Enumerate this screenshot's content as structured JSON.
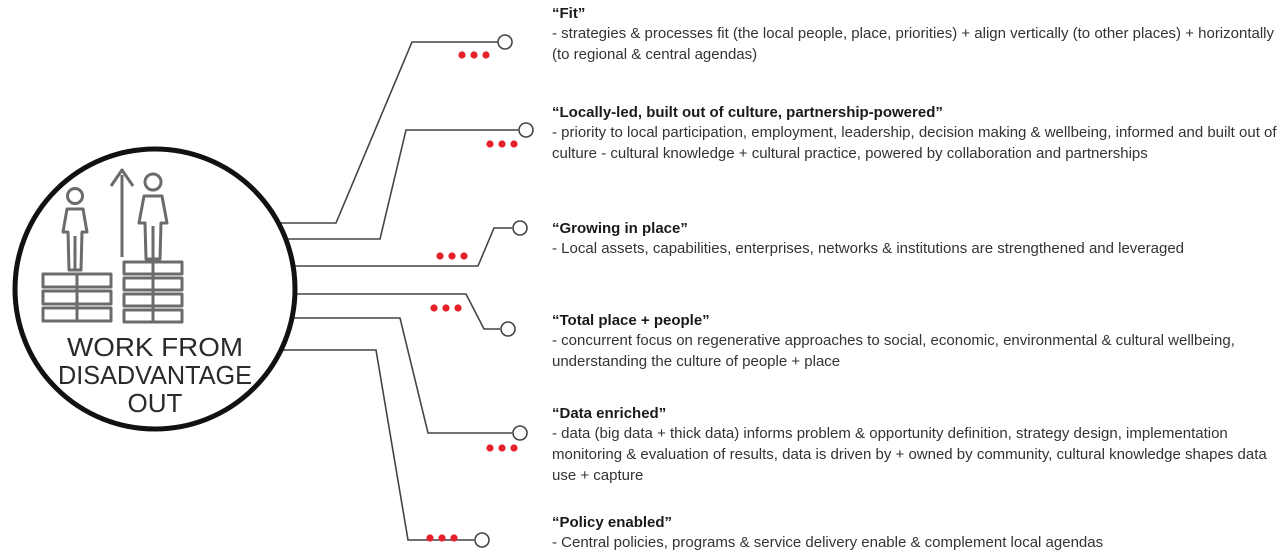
{
  "center": {
    "lines": [
      "WORK FROM",
      "DISADVANTAGE",
      "OUT"
    ]
  },
  "items": [
    {
      "title": "“Fit”",
      "desc": "- strategies & processes fit (the local people, place, priorities) + align vertically (to other places) + horizontally (to regional & central agendas)"
    },
    {
      "title": "“Locally-led, built out of culture, partnership-powered”",
      "desc": "- priority to local participation, employment, leadership, decision making & wellbeing, informed and built out of culture - cultural knowledge + cultural practice, powered by collaboration and partnerships"
    },
    {
      "title": "“Growing in place”",
      "desc": "- Local assets, capabilities, enterprises, networks & institutions are strengthened and leveraged"
    },
    {
      "title": "“Total place + people”",
      "desc": "- concurrent focus on regenerative approaches to social, economic, environmental & cultural wellbeing, understanding the culture of people + place"
    },
    {
      "title": "“Data enriched”",
      "desc": "- data (big data + thick data) informs problem & opportunity definition, strategy design, implementation monitoring & evaluation of results, data is driven by + owned by community, cultural knowledge shapes data use + capture"
    },
    {
      "title": "“Policy enabled”",
      "desc": "- Central policies, programs & service delivery enable & complement local agendas"
    }
  ],
  "colors": {
    "line": "#444444",
    "dot": "#e8202a",
    "icon": "#6b6b6b",
    "circle": "#111111"
  }
}
